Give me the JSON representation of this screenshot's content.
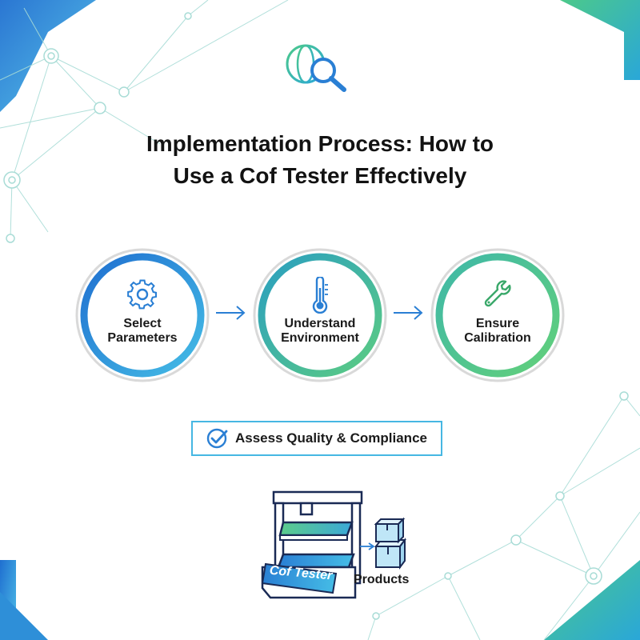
{
  "title": {
    "line1": "Implementation Process: How to",
    "line2": "Use a Cof Tester Effectively"
  },
  "header_icon": "globe-magnifier-icon",
  "steps": [
    {
      "line1": "Select",
      "line2": "Parameters",
      "icon": "gear-icon"
    },
    {
      "line1": "Understand",
      "line2": "Environment",
      "icon": "thermometer-icon"
    },
    {
      "line1": "Ensure",
      "line2": "Calibration",
      "icon": "wrench-icon"
    }
  ],
  "assess": {
    "label": "Assess Quality & Compliance",
    "icon": "checkmark-icon"
  },
  "machine": {
    "label": "Cof Tester",
    "icon": "tester-machine-icon"
  },
  "products": {
    "label": "Products",
    "icon": "box-stack-icon"
  },
  "colors": {
    "blue": "#2a7fd4",
    "teal": "#3fb8a8",
    "green": "#59c97b",
    "light_blue": "#46b7e3"
  }
}
